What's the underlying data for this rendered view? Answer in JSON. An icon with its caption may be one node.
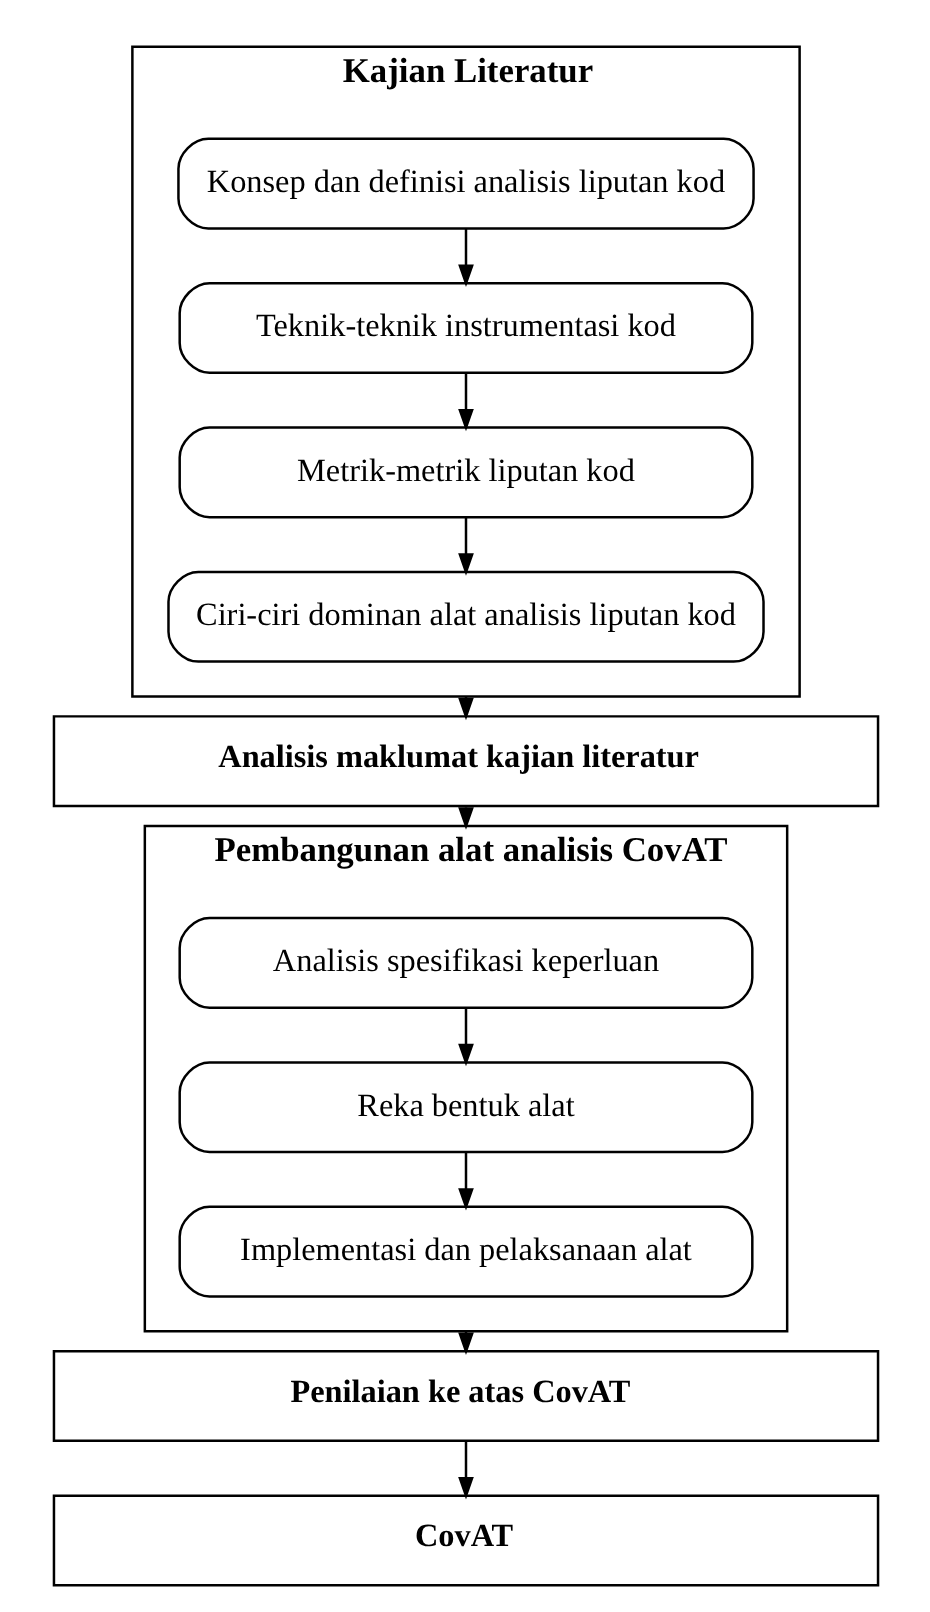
{
  "diagram": {
    "nodes": [
      {
        "text": [
          "Kajian Literatur"
        ]
      },
      {
        "text": [
          "Konsep dan definisi analisis liputan kod"
        ],
        "in": 0
      },
      {
        "text": [
          "Teknik-teknik instrumentasi kod"
        ],
        "in": 0
      },
      {
        "text": [
          "Metrik-metrik liputan kod"
        ],
        "in": 0
      },
      {
        "text": [
          "Ciri-ciri dominan alat analisis liputan kod"
        ],
        "in": 0
      },
      {
        "text": [
          "Analisis maklumat kajian literatur"
        ]
      },
      {
        "text": [
          "Pembangunan alat analisis CovAT"
        ]
      },
      {
        "text": [
          "Analisis spesifikasi keperluan"
        ],
        "in": 6
      },
      {
        "text": [
          "Reka bentuk alat"
        ],
        "in": 6
      },
      {
        "text": [
          "Implementasi dan pelaksanaan alat"
        ],
        "in": 6
      },
      {
        "text": [
          "Penilaian ke atas CovAT"
        ]
      },
      {
        "text": [
          "CovAT"
        ]
      }
    ],
    "edges": [
      {
        "from": 1,
        "to": 2,
        "arrow": "to"
      },
      {
        "from": 2,
        "to": 3,
        "arrow": "to"
      },
      {
        "from": 3,
        "to": 4,
        "arrow": "to"
      },
      {
        "from": 0,
        "to": 5,
        "arrow": "to"
      },
      {
        "from": 5,
        "to": 6,
        "arrow": "to"
      },
      {
        "from": 7,
        "to": 8,
        "arrow": "to"
      },
      {
        "from": 8,
        "to": 9,
        "arrow": "to"
      },
      {
        "from": 6,
        "to": 10,
        "arrow": "to"
      },
      {
        "from": 10,
        "to": 11,
        "arrow": "to"
      }
    ]
  }
}
